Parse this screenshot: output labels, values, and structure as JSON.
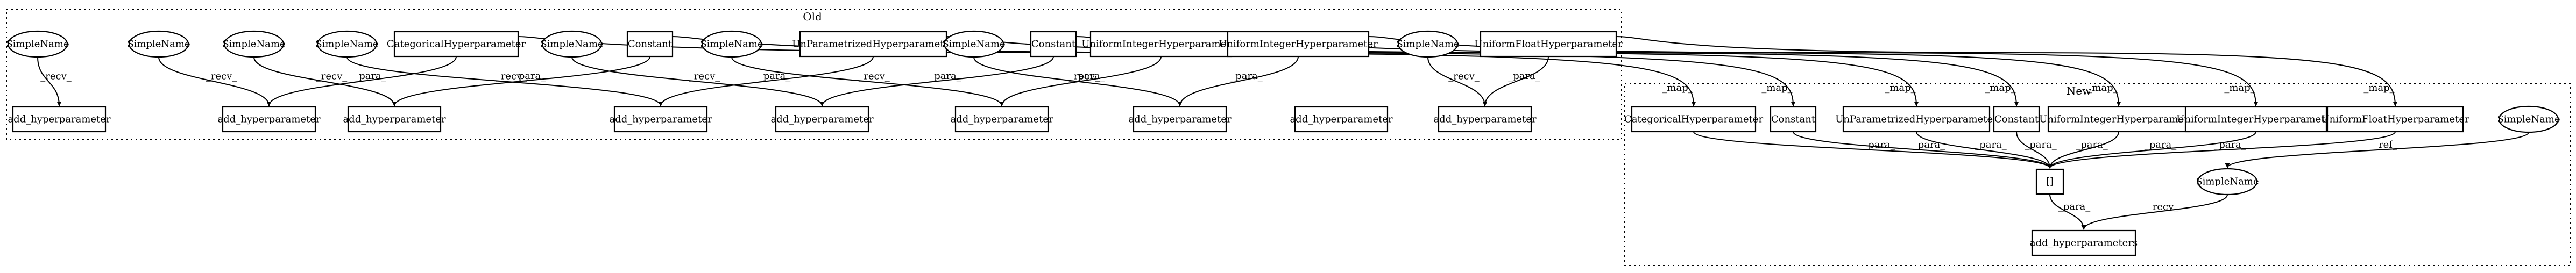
{
  "clusters": {
    "old": "Old",
    "new": "New"
  },
  "nodes": [
    {
      "id": "o_sn1",
      "label": "SimpleName"
    },
    {
      "id": "o_sn2",
      "label": "SimpleName"
    },
    {
      "id": "o_sn3",
      "label": "SimpleName"
    },
    {
      "id": "o_sn4",
      "label": "SimpleName"
    },
    {
      "id": "o_cat",
      "label": "CategoricalHyperparameter"
    },
    {
      "id": "o_sn5",
      "label": "SimpleName"
    },
    {
      "id": "o_const1",
      "label": "Constant"
    },
    {
      "id": "o_sn6",
      "label": "SimpleName"
    },
    {
      "id": "o_unparam",
      "label": "UnParametrizedHyperparameter"
    },
    {
      "id": "o_sn7",
      "label": "SimpleName"
    },
    {
      "id": "o_const2",
      "label": "Constant"
    },
    {
      "id": "o_uih1",
      "label": "UniformIntegerHyperparameter"
    },
    {
      "id": "o_uih2",
      "label": "UniformIntegerHyperparameter"
    },
    {
      "id": "o_sn8",
      "label": "SimpleName"
    },
    {
      "id": "o_ufh",
      "label": "UniformFloatHyperparameter"
    },
    {
      "id": "o_add1",
      "label": "add_hyperparameter"
    },
    {
      "id": "o_add2",
      "label": "add_hyperparameter"
    },
    {
      "id": "o_add3",
      "label": "add_hyperparameter"
    },
    {
      "id": "o_add4",
      "label": "add_hyperparameter"
    },
    {
      "id": "o_add5",
      "label": "add_hyperparameter"
    },
    {
      "id": "o_add6",
      "label": "add_hyperparameter"
    },
    {
      "id": "o_add7",
      "label": "add_hyperparameter"
    },
    {
      "id": "o_add8",
      "label": "add_hyperparameter"
    },
    {
      "id": "o_add9",
      "label": "add_hyperparameter"
    },
    {
      "id": "n_cat",
      "label": "CategoricalHyperparameter"
    },
    {
      "id": "n_const1",
      "label": "Constant"
    },
    {
      "id": "n_unparam",
      "label": "UnParametrizedHyperparameter"
    },
    {
      "id": "n_const2",
      "label": "Constant"
    },
    {
      "id": "n_uih1",
      "label": "UniformIntegerHyperparameter"
    },
    {
      "id": "n_uih2",
      "label": "UniformIntegerHyperparameter"
    },
    {
      "id": "n_ufh",
      "label": "UniformFloatHyperparameter"
    },
    {
      "id": "n_sn_top",
      "label": "SimpleName"
    },
    {
      "id": "n_list",
      "label": "[]"
    },
    {
      "id": "n_sn_mid",
      "label": "SimpleName"
    },
    {
      "id": "n_addhps",
      "label": "add_hyperparameters"
    }
  ],
  "edges": [
    {
      "from": "o_sn1",
      "to": "o_add1",
      "label": "_recv_"
    },
    {
      "from": "o_sn2",
      "to": "o_add2",
      "label": "_recv_"
    },
    {
      "from": "o_sn3",
      "to": "o_add3",
      "label": "_recv_"
    },
    {
      "from": "o_sn4",
      "to": "o_add4",
      "label": "_recv_"
    },
    {
      "from": "o_cat",
      "to": "o_add2",
      "label": "_para_"
    },
    {
      "from": "o_sn5",
      "to": "o_add5",
      "label": "_recv_"
    },
    {
      "from": "o_const1",
      "to": "o_add3",
      "label": "_para_"
    },
    {
      "from": "o_sn6",
      "to": "o_add6",
      "label": "_recv_"
    },
    {
      "from": "o_unparam",
      "to": "o_add4",
      "label": "_para_"
    },
    {
      "from": "o_sn7",
      "to": "o_add7",
      "label": "_recv_"
    },
    {
      "from": "o_const2",
      "to": "o_add5",
      "label": "_para_"
    },
    {
      "from": "o_uih1",
      "to": "o_add6",
      "label": "_para_"
    },
    {
      "from": "o_uih2",
      "to": "o_add7",
      "label": "_para_"
    },
    {
      "from": "o_sn8",
      "to": "o_add9",
      "label": "_recv_"
    },
    {
      "from": "o_ufh",
      "to": "o_add9",
      "label": "_para_"
    },
    {
      "from": "o_cat",
      "to": "n_cat",
      "label": "_map_"
    },
    {
      "from": "o_const1",
      "to": "n_const1",
      "label": "_map_"
    },
    {
      "from": "o_unparam",
      "to": "n_unparam",
      "label": "_map_"
    },
    {
      "from": "o_const2",
      "to": "n_const2",
      "label": "_map_"
    },
    {
      "from": "o_uih1",
      "to": "n_uih1",
      "label": "_map_"
    },
    {
      "from": "o_uih2",
      "to": "n_uih2",
      "label": "_map_"
    },
    {
      "from": "o_ufh",
      "to": "n_ufh",
      "label": "_map_"
    },
    {
      "from": "n_cat",
      "to": "n_list",
      "label": "_para_"
    },
    {
      "from": "n_const1",
      "to": "n_list",
      "label": "_para_"
    },
    {
      "from": "n_unparam",
      "to": "n_list",
      "label": "_para_"
    },
    {
      "from": "n_const2",
      "to": "n_list",
      "label": "_para_"
    },
    {
      "from": "n_uih1",
      "to": "n_list",
      "label": "_para_"
    },
    {
      "from": "n_uih2",
      "to": "n_list",
      "label": "_para_"
    },
    {
      "from": "n_ufh",
      "to": "n_list",
      "label": "_para_"
    },
    {
      "from": "n_sn_top",
      "to": "n_sn_mid",
      "label": "_ref_"
    },
    {
      "from": "n_list",
      "to": "n_addhps",
      "label": "_para_"
    },
    {
      "from": "n_sn_mid",
      "to": "n_addhps",
      "label": "_recv_"
    }
  ]
}
